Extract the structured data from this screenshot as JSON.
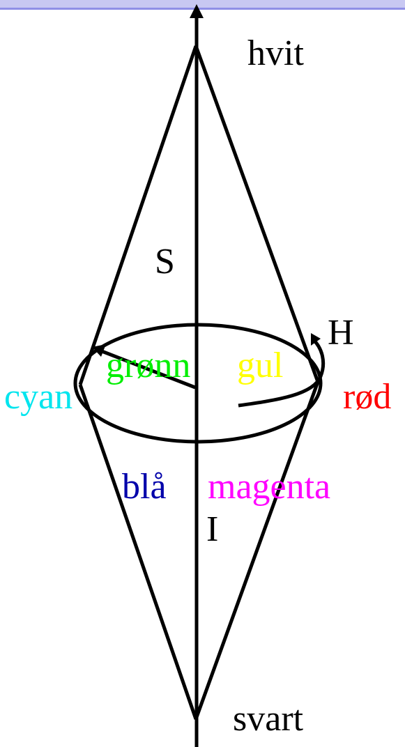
{
  "labels": {
    "white": "hvit",
    "black": "svart",
    "saturation": "S",
    "hue": "H",
    "intensity": "I",
    "green": "grønn",
    "yellow": "gul",
    "cyan": "cyan",
    "red": "rød",
    "blue": "blå",
    "magenta": "magenta"
  },
  "colors": {
    "green": "#00ee00",
    "yellow": "#ffff00",
    "cyan": "#00e5ee",
    "red": "#ff0000",
    "blue": "#0000aa",
    "magenta": "#ff00ff",
    "ink": "#000000",
    "topbar": "#c8c8f2"
  }
}
